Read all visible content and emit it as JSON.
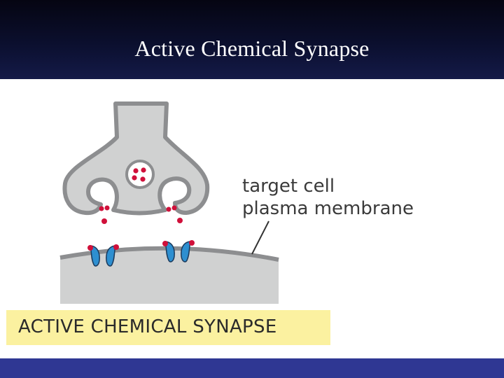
{
  "slide": {
    "title": "Active Chemical Synapse"
  },
  "figure": {
    "labels": {
      "line1": "target cell",
      "line2": "plasma membrane"
    },
    "caption": "ACTIVE CHEMICAL SYNAPSE",
    "colors": {
      "header_bg": "#0b0f2e",
      "footer_bar": "#2f3793",
      "cell_fill": "#d0d1d1",
      "membrane": "#8d8e90",
      "neurotransmitter": "#d0103a",
      "receptor": "#2e8fd0",
      "caption_bg": "#fbf1a0"
    }
  }
}
